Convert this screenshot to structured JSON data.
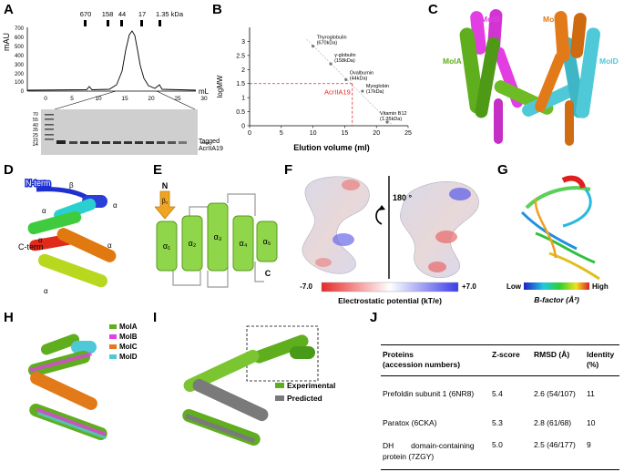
{
  "panels": {
    "A": "A",
    "B": "B",
    "C": "C",
    "D": "D",
    "E": "E",
    "F": "F",
    "G": "G",
    "H": "H",
    "I": "I",
    "J": "J"
  },
  "panelA": {
    "ylabel": "mAU",
    "xlabel": "mL",
    "markers": [
      "670",
      "158",
      "44",
      "17",
      "1.35 kDa"
    ],
    "yticks": [
      "700",
      "600",
      "500",
      "400",
      "300",
      "200",
      "100",
      "0"
    ],
    "xticks": [
      "0",
      "5",
      "10",
      "15",
      "20",
      "25",
      "30"
    ],
    "gel_ladder": [
      "70",
      "55",
      "40",
      "35",
      "25",
      "15",
      "14"
    ],
    "gel_label": "Tagged\nAcrIIA19"
  },
  "chart_data": {
    "type": "scatter",
    "title": "",
    "xlabel": "Elution volume (ml)",
    "ylabel": "logMW",
    "xlim": [
      0,
      25
    ],
    "ylim": [
      0,
      3.5
    ],
    "xticks": [
      0,
      5,
      10,
      15,
      20,
      25
    ],
    "yticks": [
      0,
      0.5,
      1,
      1.5,
      2,
      2.5,
      3
    ],
    "series": [
      {
        "name": "",
        "points": [
          {
            "label": "Thyroglobulin",
            "sub": "(670kDa)",
            "x": 10.0,
            "y": 2.83
          },
          {
            "label": "γ-globulin",
            "sub": "(158kDa)",
            "x": 12.8,
            "y": 2.2
          },
          {
            "label": "Ovalbumin",
            "sub": "(44kDa)",
            "x": 15.2,
            "y": 1.64
          },
          {
            "label": "Myoglobin",
            "sub": "(17kDa)",
            "x": 17.8,
            "y": 1.23
          },
          {
            "label": "Vitamin B12",
            "sub": "(1.35kDa)",
            "x": 21.7,
            "y": 0.13
          }
        ]
      }
    ],
    "highlight": {
      "label": "AcrIIA19",
      "x": 16.2,
      "y": 1.5
    }
  },
  "panelC": {
    "molA": "MolA",
    "molB": "MolB",
    "molC": "MolC",
    "molD": "MolD"
  },
  "panelD": {
    "nterm": "N-term",
    "cterm": "C-term",
    "b1": "β",
    "a1": "α",
    "a2": "α",
    "a3": "α",
    "a4": "α",
    "a5": "α"
  },
  "panelE": {
    "n": "N",
    "c": "C",
    "b1": "β₁",
    "helices": [
      "α₁",
      "α₂",
      "α₃",
      "α₄",
      "α₅"
    ]
  },
  "panelF": {
    "rotation": "180 °",
    "min": "-7.0",
    "max": "+7.0",
    "label": "Electrostatic potential (kT/e)"
  },
  "panelG": {
    "low": "Low",
    "high": "High",
    "label": "B-factor (Å²)"
  },
  "panelH": {
    "legend": [
      "MolA",
      "MolB",
      "MolC",
      "MolD"
    ]
  },
  "panelI": {
    "legend": [
      "Experimental",
      "Predicted"
    ]
  },
  "colors": {
    "molA": "#5fae1e",
    "molB": "#e33ee3",
    "molC": "#e37a1a",
    "molD": "#4fc8d8",
    "experimental": "#5fae1e",
    "predicted": "#7a7a7a",
    "highlight": "#e8282a"
  },
  "table": {
    "headers": [
      "Proteins\n(accession numbers)",
      "Z-score",
      "RMSD (Å)",
      "Identity\n(%)"
    ],
    "rows": [
      {
        "protein": "Prefoldin subunit 1 (6NR8)",
        "z": "5.4",
        "rmsd": "2.6 (54/107)",
        "id": "11"
      },
      {
        "protein": "Paratox (6CKA)",
        "z": "5.3",
        "rmsd": "2.8 (61/68)",
        "id": "10"
      },
      {
        "protein": "DH        domain-containing\nprotein (7ZGY)",
        "z": "5.0",
        "rmsd": "2.5 (46/177)",
        "id": "9"
      }
    ]
  }
}
